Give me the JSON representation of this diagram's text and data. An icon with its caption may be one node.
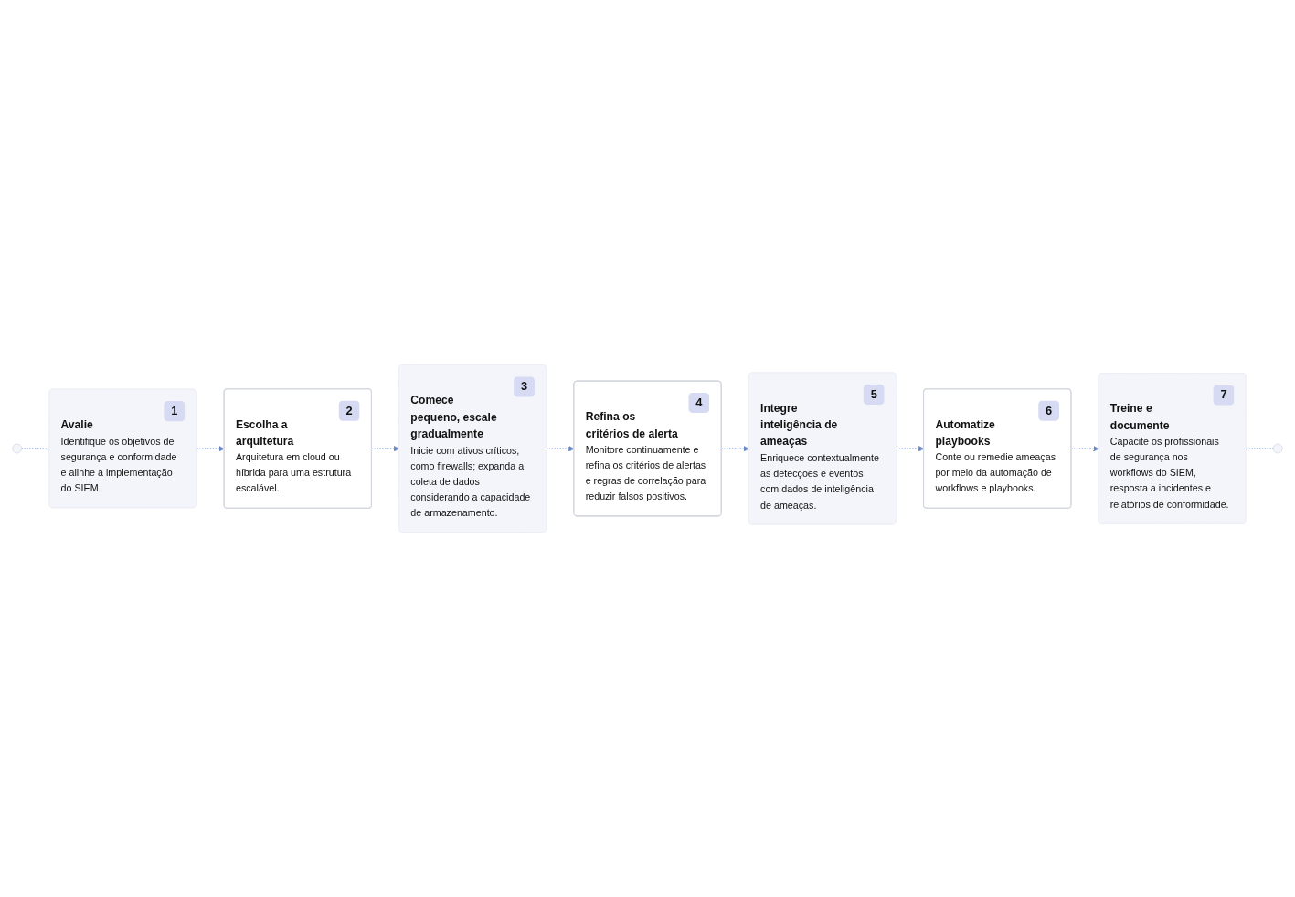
{
  "diagram": {
    "nodes": [
      {
        "text": [],
        "shape": "circle"
      },
      {
        "text": [
          "1",
          "Avalie",
          "Identifique os objetivos de segurança e conformidade e alinhe a implementação do SIEM"
        ]
      },
      {
        "text": [
          "2",
          "Escolha a arquitetura",
          "Arquitetura em cloud ou híbrida para uma estrutura escalável."
        ]
      },
      {
        "text": [
          "3",
          "Comece pequeno, escale gradualmente",
          "Inicie com ativos críticos, como firewalls; expanda a coleta de dados considerando a capacidade de armazenamento."
        ]
      },
      {
        "text": [
          "4",
          "Refina os critérios de alerta",
          "Monitore continuamente e refina os critérios de alertas e regras de correlação para reduzir falsos positivos."
        ]
      },
      {
        "text": [
          "5",
          "Integre inteligência de ameaças",
          "Enriquece contextualmente as detecções e eventos com dados de inteligência de ameaças."
        ]
      },
      {
        "text": [
          "6",
          "Automatize playbooks",
          "Conte ou remedie ameaças por meio da automação de workflows e playbooks."
        ]
      },
      {
        "text": [
          "7",
          "Treine e documente",
          "Capacite os profissionais de segurança nos workflows do SIEM, resposta a incidentes e relatórios de conformidade."
        ]
      },
      {
        "text": [],
        "shape": "circle"
      }
    ],
    "edges": [
      {
        "from": 0,
        "to": 1,
        "arrow": "none",
        "style": "dashed"
      },
      {
        "from": 1,
        "to": 2,
        "arrow": "to",
        "style": "dashed"
      },
      {
        "from": 2,
        "to": 3,
        "arrow": "to",
        "style": "dashed"
      },
      {
        "from": 3,
        "to": 4,
        "arrow": "to",
        "style": "dashed"
      },
      {
        "from": 4,
        "to": 5,
        "arrow": "to",
        "style": "dashed"
      },
      {
        "from": 5,
        "to": 6,
        "arrow": "to",
        "style": "dashed"
      },
      {
        "from": 6,
        "to": 7,
        "arrow": "to",
        "style": "dashed"
      },
      {
        "from": 7,
        "to": 8,
        "arrow": "none",
        "style": "dashed"
      }
    ]
  }
}
